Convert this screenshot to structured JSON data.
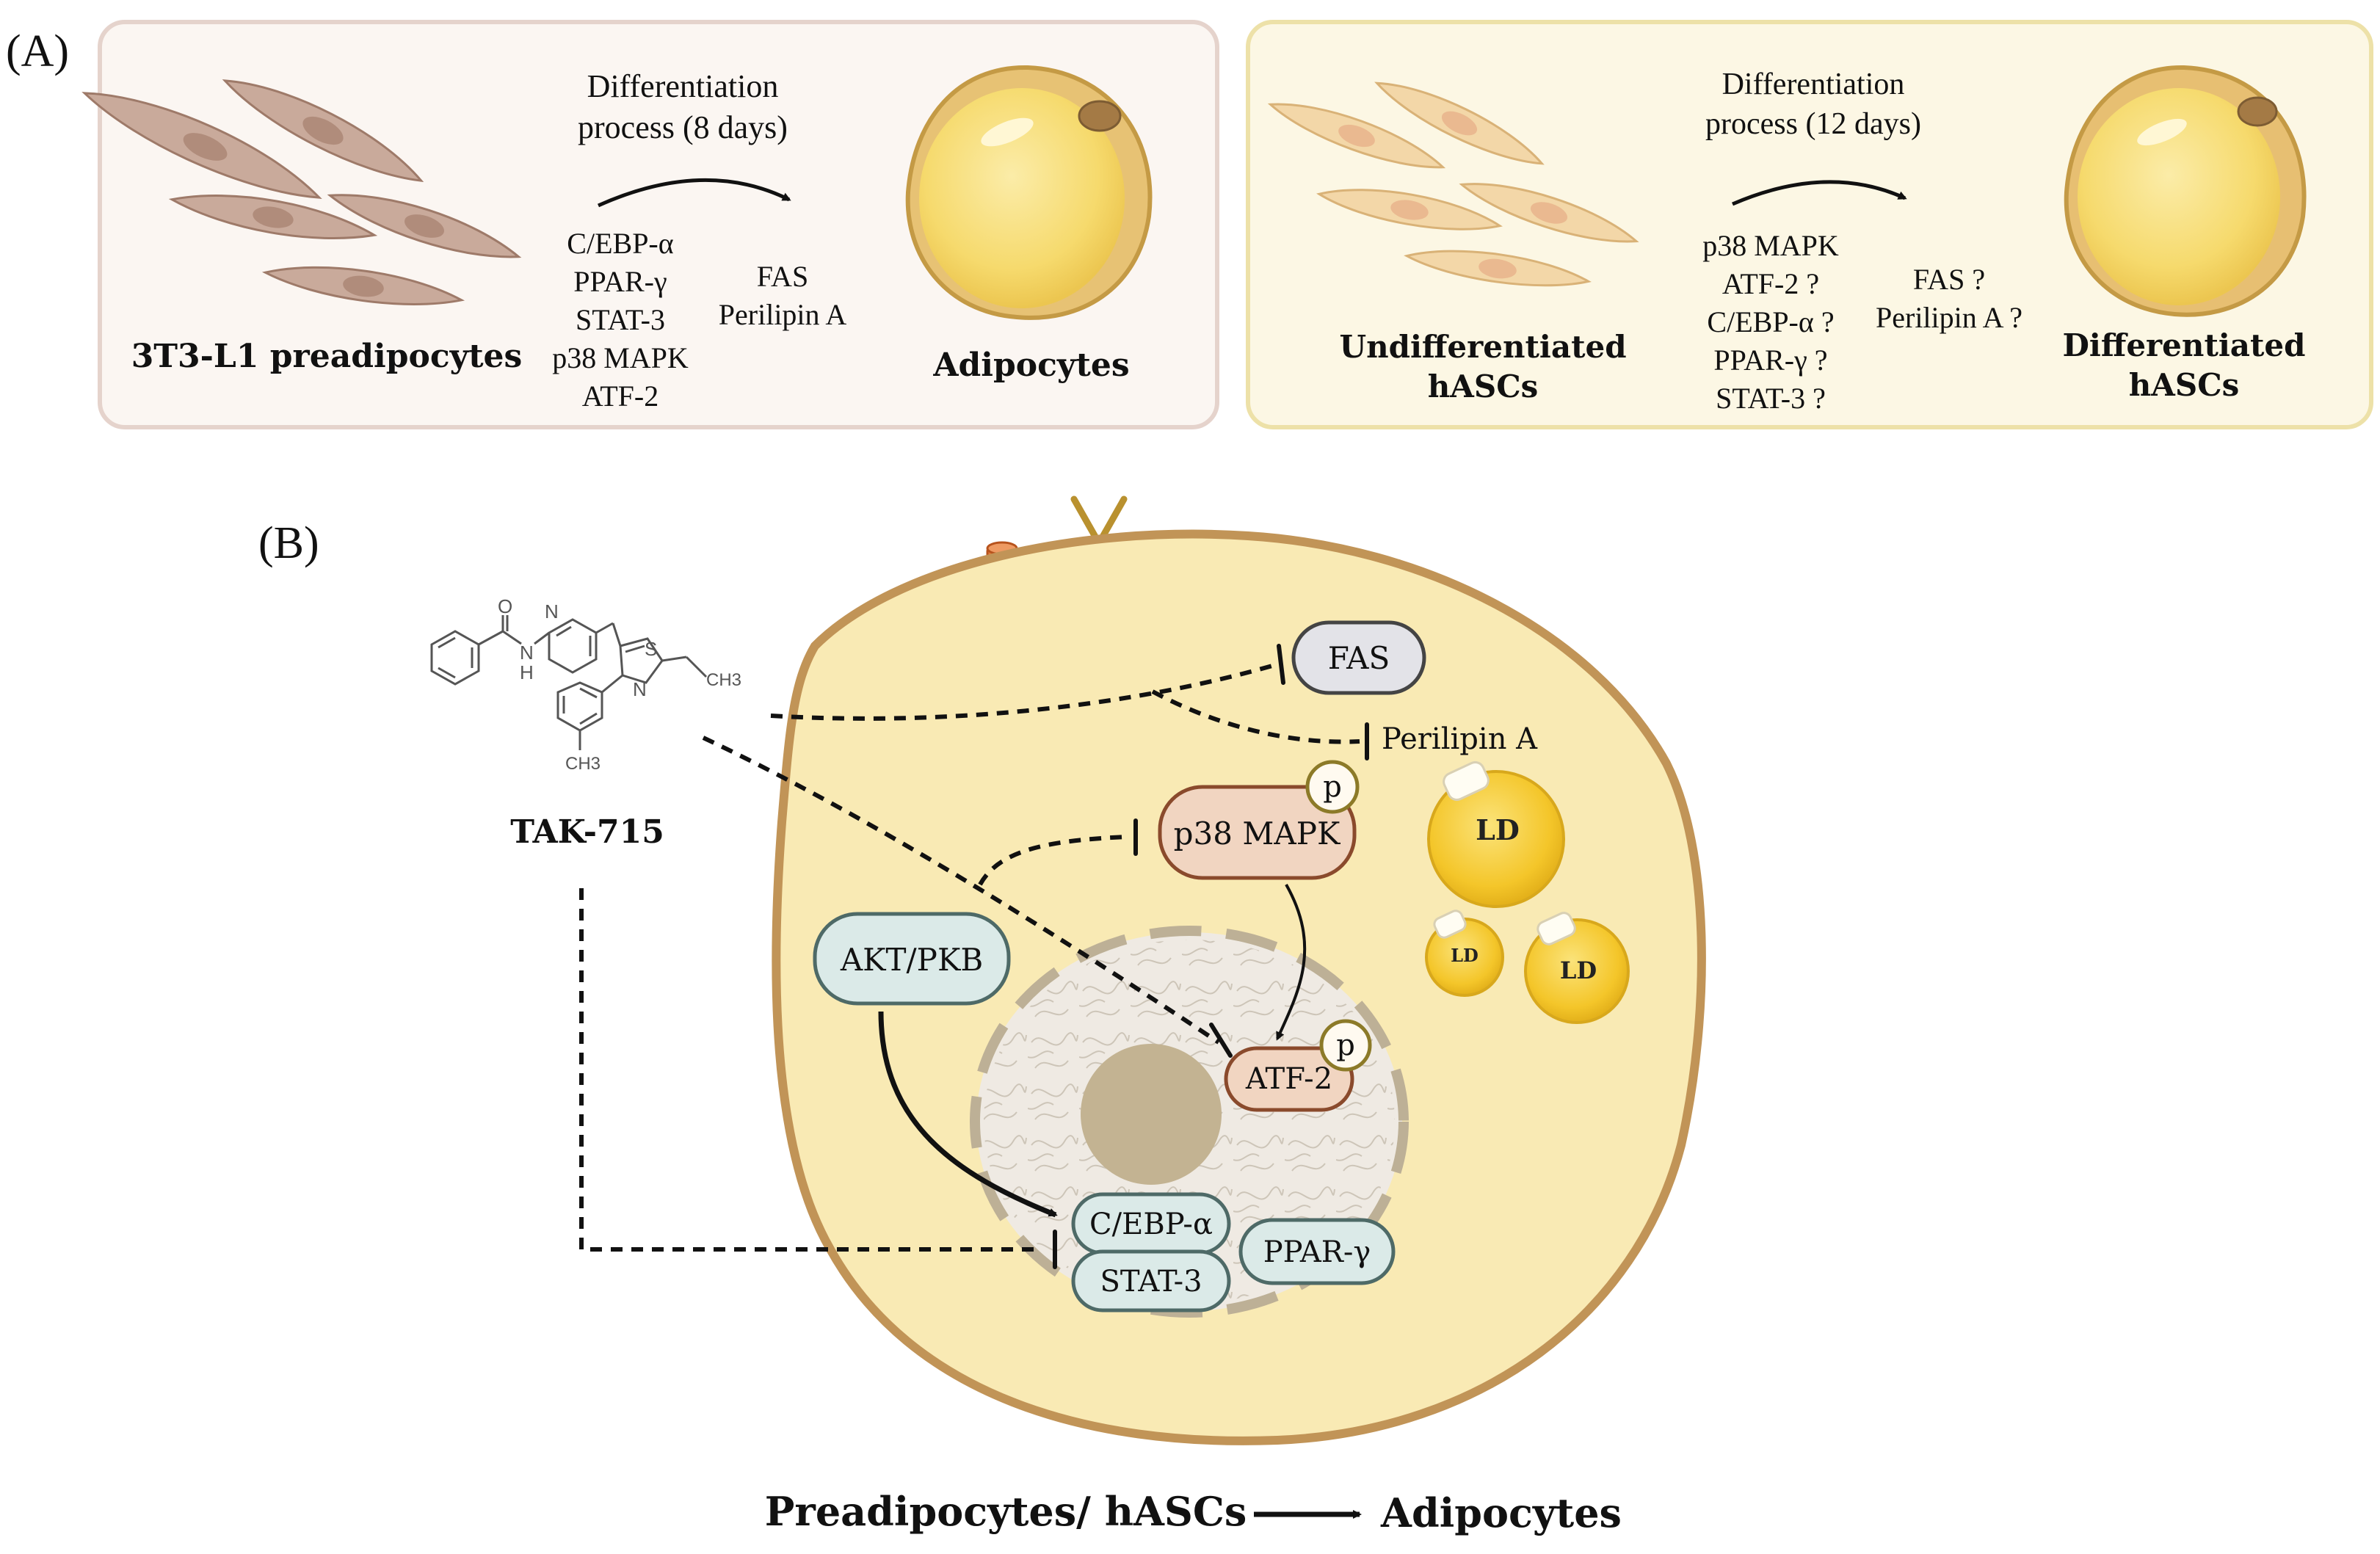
{
  "colors": {
    "panelA_left_fill": "#fbf6f2",
    "panelA_left_stroke": "#e5d3cc",
    "panelA_right_fill": "#fcf7e4",
    "panelA_right_stroke": "#ede1a8",
    "preadipocyte_cell": "#c9aa9b",
    "preadipocyte_nucleus": "#b08c7b",
    "hasc_cell": "#f3d7a8",
    "hasc_nucleus": "#eab990",
    "adipocyte_fill": "#f6db6b",
    "adipocyte_stroke": "#c49a45",
    "cell_fill": "#f9eab4",
    "cell_stroke": "#c19457",
    "nucleus_fill": "#efeae3",
    "nucleus_dash": "#bdb096",
    "nucleolus": "#c3b392",
    "pill_teal_fill": "#dbeae8",
    "pill_teal_stroke": "#4e6a67",
    "pill_tan_fill": "#f1d5c1",
    "pill_tan_stroke": "#8a4a2c",
    "pill_grey_fill": "#e3e3e8",
    "lipid_droplet": "#f3c82c",
    "receptor_orange": "#e2793b",
    "receptor_gold": "#b9912f"
  },
  "panel_a": {
    "label": "(A)",
    "left": {
      "process_title_line1": "Differentiation",
      "process_title_line2": "process (8 days)",
      "markers": [
        "C/EBP-α",
        "PPAR-γ",
        "STAT-3",
        "p38 MAPK",
        "ATF-2"
      ],
      "late_markers": [
        "FAS",
        "Perilipin A"
      ],
      "start_cell_label": "3T3-L1 preadipocytes",
      "end_cell_label": "Adipocytes"
    },
    "right": {
      "process_title_line1": "Differentiation",
      "process_title_line2": "process (12 days)",
      "markers": [
        "p38 MAPK",
        "ATF-2 ?",
        "C/EBP-α ?",
        "PPAR-γ ?",
        "STAT-3 ?"
      ],
      "late_markers": [
        "FAS ?",
        "Perilipin A ?"
      ],
      "start_cell_label_line1": "Undifferentiated",
      "start_cell_label_line2": "hASCs",
      "end_cell_label_line1": "Differentiated",
      "end_cell_label_line2": "hASCs"
    }
  },
  "panel_b": {
    "label": "(B)",
    "compound": {
      "name": "TAK-715",
      "atoms": {
        "oxygen": "O",
        "nitrogen_amide": "N",
        "hydrogen": "H",
        "nitrogen_pyridine": "N",
        "sulfur": "S",
        "nitrogen_thiazole": "N",
        "ethyl": "CH3",
        "methyl": "CH3"
      }
    },
    "proteins": {
      "fas": "FAS",
      "perilipin": "Perilipin A",
      "p38": "p38 MAPK",
      "phospho": "p",
      "akt": "AKT/PKB",
      "atf2": "ATF-2",
      "cebp": "C/EBP-α",
      "stat3": "STAT-3",
      "ppar": "PPAR-γ"
    },
    "lipid_droplets": [
      "LD",
      "LD",
      "LD"
    ],
    "bottom_from": "Preadipocytes/ hASCs",
    "bottom_to": "Adipocytes"
  }
}
